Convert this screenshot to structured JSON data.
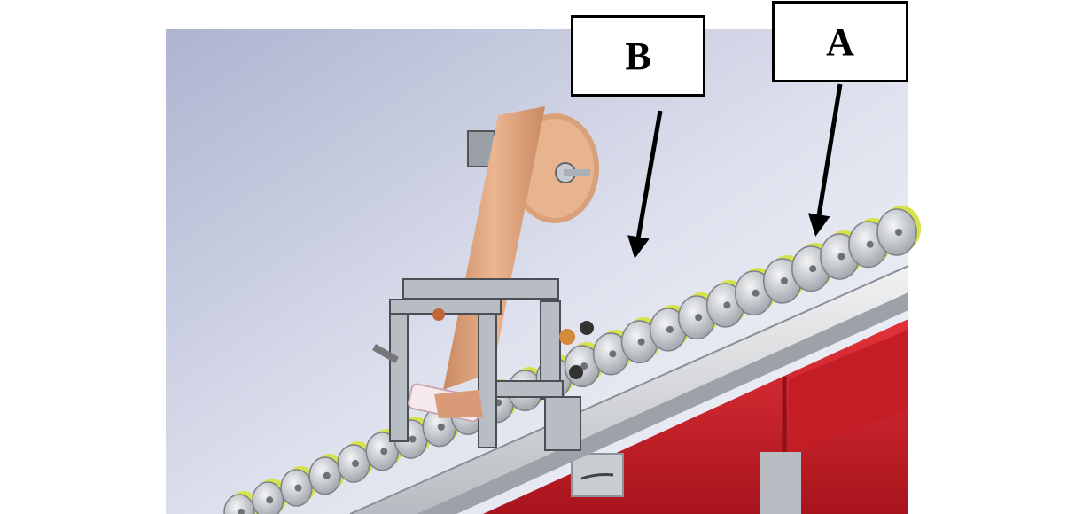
{
  "callouts": {
    "a": {
      "label": "A",
      "target": "roller-chain-conveyor"
    },
    "b": {
      "label": "B",
      "target": "tape-applicator-unit"
    }
  },
  "colors": {
    "background": "#ffffff",
    "render_sky_top": "#b9bfd6",
    "render_sky_bottom": "#e6e9f1",
    "frame_red": "#d3202a",
    "tape_roll": "#e2a77e",
    "roller_steel": "#cfd2d6",
    "chain_accent": "#d6e24a",
    "outline": "#000000"
  }
}
